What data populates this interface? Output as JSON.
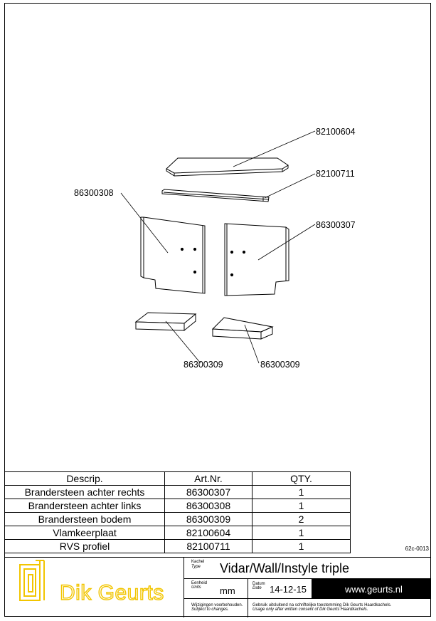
{
  "drawing": {
    "callouts": [
      {
        "id": "vlamkeerplaat",
        "text": "82100604"
      },
      {
        "id": "rvs-profiel",
        "text": "82100711"
      },
      {
        "id": "achter-links",
        "text": "86300308"
      },
      {
        "id": "achter-rechts",
        "text": "86300307"
      },
      {
        "id": "bodem-left",
        "text": "86300309"
      },
      {
        "id": "bodem-right",
        "text": "86300309"
      }
    ],
    "drawing_number": "62c-0013"
  },
  "parts_table": {
    "headers": [
      "Descrip.",
      "Art.Nr.",
      "QTY."
    ],
    "rows": [
      [
        "Brandersteen achter rechts",
        "86300307",
        "1"
      ],
      [
        "Brandersteen achter links",
        "86300308",
        "1"
      ],
      [
        "Brandersteen bodem",
        "86300309",
        "2"
      ],
      [
        "Vlamkeerplaat",
        "82100604",
        "1"
      ],
      [
        "RVS profiel",
        "82100711",
        "1"
      ]
    ]
  },
  "title_block": {
    "logo_text": "Dik Geurts",
    "type_label_nl": "Kachel",
    "type_label_en": "Type",
    "type_value": "Vidar/Wall/Instyle triple",
    "units_label_nl": "Eenheid",
    "units_label_en": "Units",
    "units_value": "mm",
    "date_label_nl": "Datum",
    "date_label_en": "Date",
    "date_value": "14-12-15",
    "website": "www.geurts.nl",
    "disclaimer_nl": "Wijzigingen voorbehouden.",
    "disclaimer_en": "Subject to changes.",
    "usage_nl": "Gebruik uitsluitend na schriftelijke toestemming Dik Geurts Haardkachels.",
    "usage_en": "Usage only after written consent of Dik Geurts Haardkachels."
  },
  "colors": {
    "logo": "#f2c500",
    "ink": "#000000"
  }
}
